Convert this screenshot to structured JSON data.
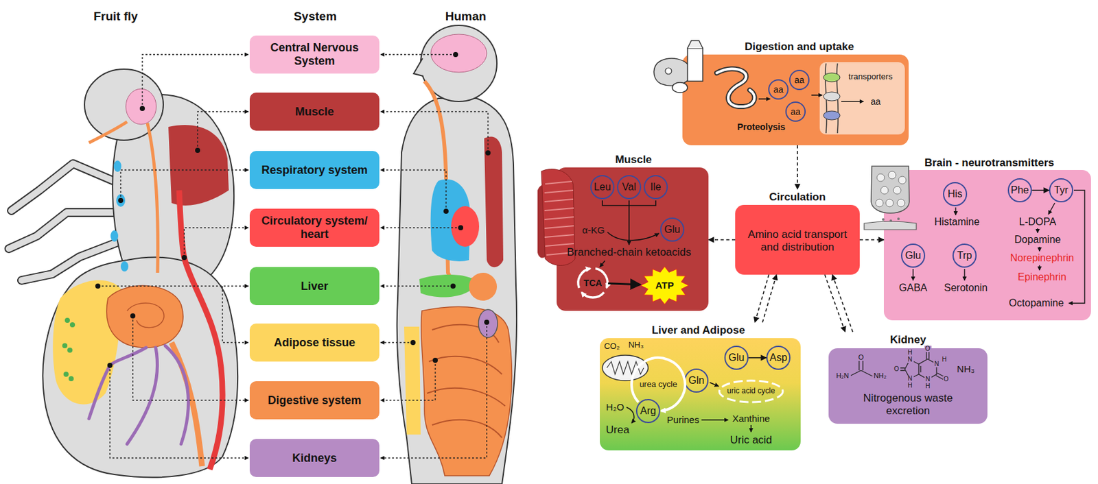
{
  "diagram": {
    "nodes": [
      {
        "text": [
          "Central Nervous System"
        ]
      },
      {
        "text": [
          "Muscle"
        ]
      },
      {
        "text": [
          "Respiratory system"
        ]
      },
      {
        "text": [
          "Circulatory system/ heart"
        ]
      },
      {
        "text": [
          "Liver"
        ]
      },
      {
        "text": [
          "Adipose tissue"
        ]
      },
      {
        "text": [
          "Digestive system"
        ]
      },
      {
        "text": [
          "Kidneys"
        ]
      },
      {
        "text": [
          "Digestion and uptake",
          "transporters",
          "Proteolysis"
        ]
      },
      {
        "text": [
          "aa"
        ],
        "in": 8
      },
      {
        "text": [
          "aa"
        ],
        "in": 8
      },
      {
        "text": [
          "aa"
        ],
        "in": 8
      },
      {
        "text": [
          "aa"
        ],
        "in": 8
      },
      {
        "text": [
          "Muscle",
          "α-KG",
          "Branched-chain ketoacids"
        ]
      },
      {
        "text": [
          "Leu"
        ],
        "in": 13
      },
      {
        "text": [
          "Val"
        ],
        "in": 13
      },
      {
        "text": [
          "Ile"
        ],
        "in": 13
      },
      {
        "text": [
          "Glu"
        ],
        "in": 13
      },
      {
        "text": [
          "TCA"
        ],
        "in": 13
      },
      {
        "text": [
          "ATP"
        ],
        "in": 13
      },
      {
        "text": [
          "Circulation",
          "Amino acid transport and distribution"
        ]
      },
      {
        "text": [
          "Brain - neurotransmitters",
          "Histamine",
          "L-DOPA",
          "Dopamine",
          "Norepinephrin",
          "Epinephrin",
          "GABA",
          "Serotonin",
          "Octopamine"
        ]
      },
      {
        "text": [
          "His"
        ],
        "in": 21
      },
      {
        "text": [
          "Phe"
        ],
        "in": 21
      },
      {
        "text": [
          "Tyr"
        ],
        "in": 21
      },
      {
        "text": [
          "Glu"
        ],
        "in": 21
      },
      {
        "text": [
          "Trp"
        ],
        "in": 21
      },
      {
        "text": [
          "Liver and Adipose",
          "CO₂",
          "NH₃",
          "urea cycle",
          "H₂O",
          "Urea",
          "uric acid cycle",
          "Purines",
          "Xanthine",
          "Uric acid"
        ]
      },
      {
        "text": [
          "Glu"
        ],
        "in": 27
      },
      {
        "text": [
          "Asp"
        ],
        "in": 27
      },
      {
        "text": [
          "Gln"
        ],
        "in": 27
      },
      {
        "text": [
          "Arg"
        ],
        "in": 27
      },
      {
        "text": [
          "Kidney",
          "NH₃",
          "Nitrogenous waste excretion"
        ]
      }
    ],
    "edges": [
      {
        "from": 8,
        "to": 20,
        "arrow": "to"
      },
      {
        "from": 20,
        "to": 13,
        "arrow": "to"
      },
      {
        "from": 20,
        "to": 21,
        "arrow": "to"
      },
      {
        "from": 20,
        "to": 27,
        "arrow": "to"
      },
      {
        "from": 27,
        "to": 20,
        "arrow": "to"
      },
      {
        "from": 20,
        "to": 32,
        "arrow": "to"
      },
      {
        "from": 32,
        "to": 20,
        "arrow": "to"
      },
      {
        "from": 23,
        "to": 24,
        "arrow": "to"
      },
      {
        "from": 28,
        "to": 29,
        "arrow": "to"
      },
      {
        "from": 18,
        "to": 19,
        "arrow": "to"
      }
    ],
    "labels": [
      "Fruit fly",
      "System",
      "Human",
      "O",
      "H₂N",
      "NH₂",
      "O",
      "H",
      "N",
      "N",
      "H",
      "O",
      "N",
      "H",
      "O",
      "N",
      "H"
    ]
  }
}
